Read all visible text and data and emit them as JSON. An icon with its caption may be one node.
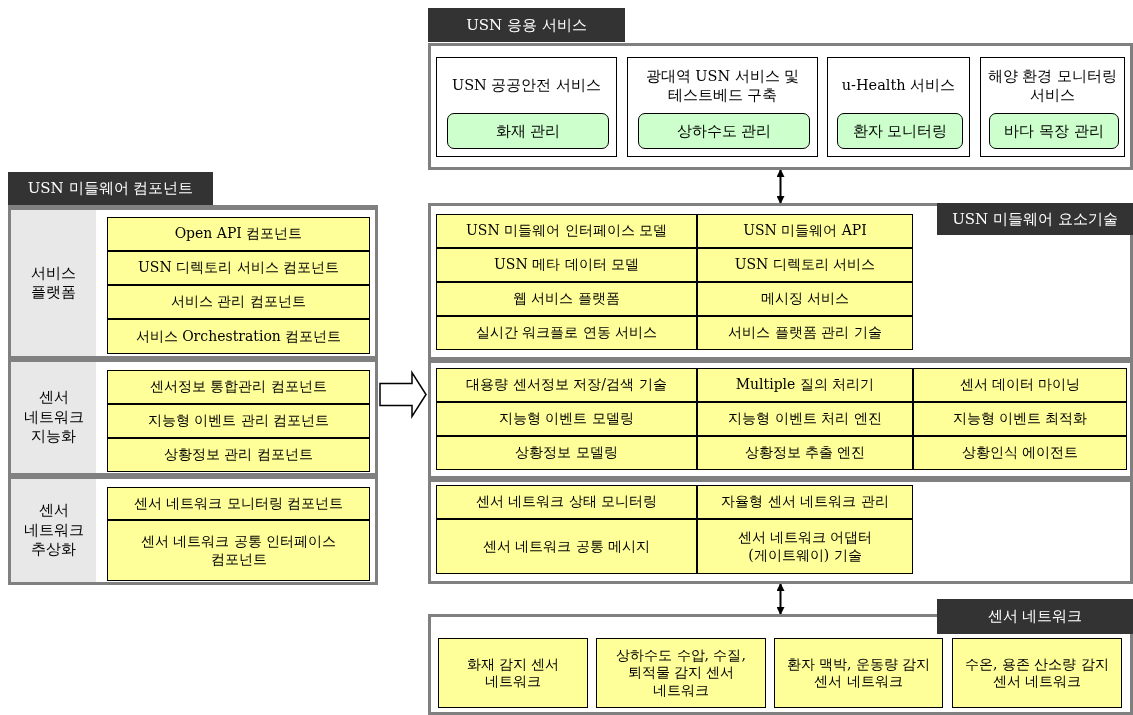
{
  "diagram": {
    "nodes": [
      {
        "text": [
          "USN 미들웨어 컴포넌트"
        ]
      },
      {
        "text": [
          "서비스 플랫폼"
        ],
        "in": 0
      },
      {
        "text": [
          "Open API 컴포넌트"
        ],
        "in": 1
      },
      {
        "text": [
          "USN 디렉토리 서비스 컴포넌트"
        ],
        "in": 1
      },
      {
        "text": [
          "서비스 관리 컴포넌트"
        ],
        "in": 1
      },
      {
        "text": [
          "서비스 Orchestration 컴포넌트"
        ],
        "in": 1
      },
      {
        "text": [
          "센서 네트워크 지능화"
        ],
        "in": 0
      },
      {
        "text": [
          "센서정보 통합관리 컴포넌트"
        ],
        "in": 6
      },
      {
        "text": [
          "지능형 이벤트 관리 컴포넌트"
        ],
        "in": 6
      },
      {
        "text": [
          "상황정보 관리 컴포넌트"
        ],
        "in": 6
      },
      {
        "text": [
          "센서 네트워크 추상화"
        ],
        "in": 0
      },
      {
        "text": [
          "센서 네트워크 모니터링 컴포넌트"
        ],
        "in": 10
      },
      {
        "text": [
          "센서 네트워크 공통 인터페이스 컴포넌트"
        ],
        "in": 10
      },
      {
        "text": [
          "USN 응용 서비스"
        ]
      },
      {
        "text": [
          "USN 공공안전 서비스"
        ],
        "in": 13
      },
      {
        "text": [
          "화재 관리"
        ],
        "in": 14
      },
      {
        "text": [
          "광대역 USN 서비스 및 테스트베드 구축"
        ],
        "in": 13
      },
      {
        "text": [
          "상하수도 관리"
        ],
        "in": 16
      },
      {
        "text": [
          "u-Health 서비스"
        ],
        "in": 13
      },
      {
        "text": [
          "환자 모니터링"
        ],
        "in": 18
      },
      {
        "text": [
          "해양 환경 모니터링 서비스"
        ],
        "in": 13
      },
      {
        "text": [
          "바다 목장 관리"
        ],
        "in": 20
      },
      {
        "text": [
          "USN 미들웨어 요소기술"
        ]
      },
      {
        "text": [
          "USN 미들웨어 인터페이스 모델"
        ],
        "in": 22
      },
      {
        "text": [
          "USN 미들웨어 API"
        ],
        "in": 22
      },
      {
        "text": [
          "USN 메타 데이터 모델"
        ],
        "in": 22
      },
      {
        "text": [
          "USN 디렉토리 서비스"
        ],
        "in": 22
      },
      {
        "text": [
          "웹 서비스 플랫폼"
        ],
        "in": 22
      },
      {
        "text": [
          "메시징 서비스"
        ],
        "in": 22
      },
      {
        "text": [
          "실시간 워크플로 연동 서비스"
        ],
        "in": 22
      },
      {
        "text": [
          "서비스 플랫폼 관리 기술"
        ],
        "in": 22
      },
      {
        "text": [
          "대용량 센서정보 저장/검색 기술"
        ],
        "in": 22
      },
      {
        "text": [
          "Multiple 질의 처리기"
        ],
        "in": 22
      },
      {
        "text": [
          "센서 데이터 마이닝"
        ],
        "in": 22
      },
      {
        "text": [
          "지능형 이벤트 모델링"
        ],
        "in": 22
      },
      {
        "text": [
          "지능형 이벤트 처리 엔진"
        ],
        "in": 22
      },
      {
        "text": [
          "지능형 이벤트 최적화"
        ],
        "in": 22
      },
      {
        "text": [
          "상황정보 모델링"
        ],
        "in": 22
      },
      {
        "text": [
          "상황정보 추출 엔진"
        ],
        "in": 22
      },
      {
        "text": [
          "상황인식 에이전트"
        ],
        "in": 22
      },
      {
        "text": [
          "센서 네트워크 상태 모니터링"
        ],
        "in": 22
      },
      {
        "text": [
          "자율형 센서 네트워크 관리"
        ],
        "in": 22
      },
      {
        "text": [
          "센서 네트워크 공통 메시지"
        ],
        "in": 22
      },
      {
        "text": [
          "센서 네트워크 어댑터 (게이트웨이) 기술"
        ],
        "in": 22
      },
      {
        "text": [
          "센서 네트워크"
        ]
      },
      {
        "text": [
          "화재 감지 센서 네트워크"
        ],
        "in": 44
      },
      {
        "text": [
          "상하수도 수압, 수질, 퇴적물 감지 센서 네트워크"
        ],
        "in": 44
      },
      {
        "text": [
          "환자 맥박, 운동량 감지 센서 네트워크"
        ],
        "in": 44
      },
      {
        "text": [
          "수온, 용존 산소량 감지 센서 네트워크"
        ],
        "in": 44
      }
    ],
    "edges": [
      {
        "from": 0,
        "to": 22,
        "arrow": "to",
        "style": "thick"
      },
      {
        "from": 13,
        "to": 22,
        "arrow": "both"
      },
      {
        "from": 22,
        "to": 44,
        "arrow": "both"
      }
    ]
  }
}
